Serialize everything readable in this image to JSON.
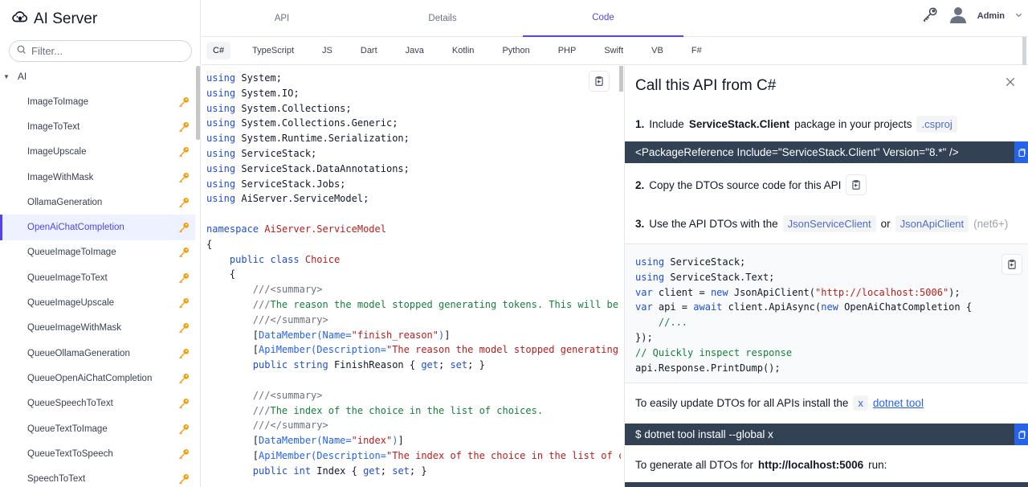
{
  "app": {
    "title": "AI Server"
  },
  "sidebar": {
    "filter_placeholder": "Filter...",
    "group": "AI",
    "items": [
      {
        "label": "ImageToImage"
      },
      {
        "label": "ImageToText"
      },
      {
        "label": "ImageUpscale"
      },
      {
        "label": "ImageWithMask"
      },
      {
        "label": "OllamaGeneration"
      },
      {
        "label": "OpenAiChatCompletion",
        "active": true
      },
      {
        "label": "QueueImageToImage"
      },
      {
        "label": "QueueImageToText"
      },
      {
        "label": "QueueImageUpscale"
      },
      {
        "label": "QueueImageWithMask"
      },
      {
        "label": "QueueOllamaGeneration"
      },
      {
        "label": "QueueOpenAiChatCompletion"
      },
      {
        "label": "QueueSpeechToText"
      },
      {
        "label": "QueueTextToImage"
      },
      {
        "label": "QueueTextToSpeech"
      },
      {
        "label": "SpeechToText"
      }
    ]
  },
  "header": {
    "tabs": [
      {
        "label": "API"
      },
      {
        "label": "Details"
      },
      {
        "label": "Code",
        "active": true
      }
    ],
    "user": "Admin"
  },
  "languages": [
    "C#",
    "TypeScript",
    "JS",
    "Dart",
    "Java",
    "Kotlin",
    "Python",
    "PHP",
    "Swift",
    "VB",
    "F#"
  ],
  "active_language": "C#",
  "panel": {
    "title": "Call this API from C#",
    "step1": {
      "num": "1.",
      "pre": "Include",
      "pkg": "ServiceStack.Client",
      "post": "package in your projects",
      "ext": ".csproj"
    },
    "package_reference": "<PackageReference Include=\"ServiceStack.Client\" Version=\"8.*\" />",
    "step2": {
      "num": "2.",
      "text": "Copy the DTOs source code for this API"
    },
    "step3": {
      "num": "3.",
      "text": "Use the API DTOs with the",
      "client1": "JsonServiceClient",
      "or": "or",
      "client2": "JsonApiClient",
      "note": "(net6+)"
    },
    "update_text": "To easily update DTOs for all APIs install the",
    "update_x": "x",
    "update_link": "dotnet tool",
    "install_cmd": "$ dotnet tool install --global x",
    "generate_pre": "To generate all DTOs for",
    "generate_url": "http://localhost:5006",
    "generate_post": "run:"
  },
  "colors": {
    "accent": "#4f46e5",
    "key": "#f59e0b",
    "terminal": "#334155"
  }
}
